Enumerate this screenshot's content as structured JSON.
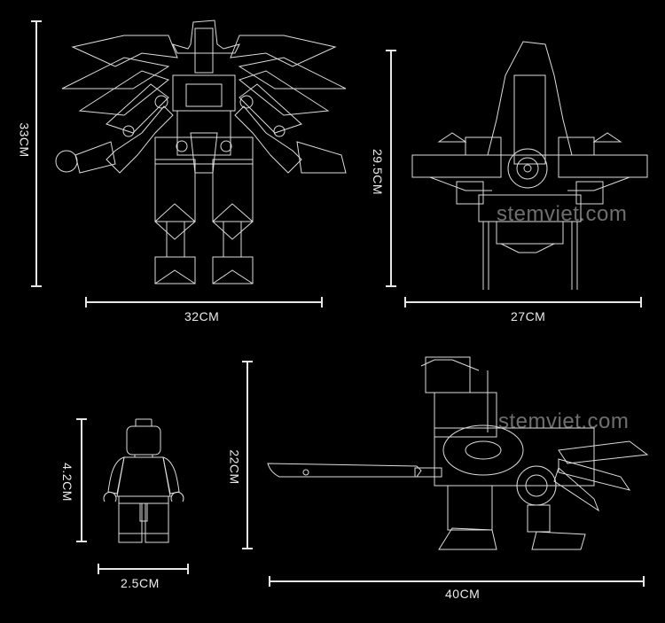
{
  "views": [
    {
      "name": "robot-mode-front",
      "height_label": "33CM",
      "width_label": "32CM"
    },
    {
      "name": "ship-mode-front",
      "height_label": "29.5CM",
      "width_label": "27CM"
    },
    {
      "name": "minifigure",
      "height_label": "4.2CM",
      "width_label": "2.5CM"
    },
    {
      "name": "beast-mode-side",
      "height_label": "22CM",
      "width_label": "40CM"
    }
  ],
  "watermarks": [
    "stemviet.com",
    "stemviet.com"
  ]
}
